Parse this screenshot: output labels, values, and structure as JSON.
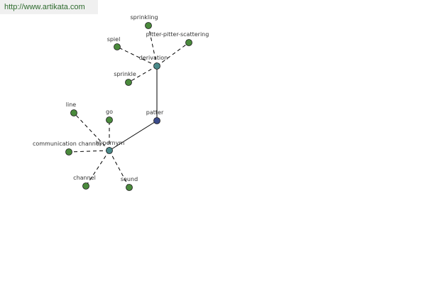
{
  "site": {
    "url_text": "http://www.artikata.com"
  },
  "colors": {
    "leaf": "#4a8a3c",
    "hub": "#4a8a8a",
    "center": "#3a4a8a",
    "edge": "#000000"
  },
  "graph": {
    "center": "patter",
    "nodes": {
      "patter": {
        "label": "patter",
        "kind": "center"
      },
      "derivation": {
        "label": "derivation",
        "kind": "hub"
      },
      "hypernym": {
        "label": "hypernym",
        "kind": "hub"
      },
      "sprinkling": {
        "label": "sprinkling",
        "kind": "leaf"
      },
      "pitter": {
        "label": "pitter-pitter-scattering",
        "kind": "leaf"
      },
      "spiel": {
        "label": "spiel",
        "kind": "leaf"
      },
      "sprinkle": {
        "label": "sprinkle",
        "kind": "leaf"
      },
      "line": {
        "label": "line",
        "kind": "leaf"
      },
      "go": {
        "label": "go",
        "kind": "leaf"
      },
      "comm": {
        "label": "communication channel",
        "kind": "leaf"
      },
      "channel": {
        "label": "channel",
        "kind": "leaf"
      },
      "sound": {
        "label": "sound",
        "kind": "leaf"
      }
    },
    "edges": [
      {
        "from": "patter",
        "to": "derivation",
        "style": "solid"
      },
      {
        "from": "patter",
        "to": "hypernym",
        "style": "solid"
      },
      {
        "from": "derivation",
        "to": "sprinkling",
        "style": "dashed"
      },
      {
        "from": "derivation",
        "to": "pitter",
        "style": "dashed"
      },
      {
        "from": "derivation",
        "to": "spiel",
        "style": "dashed"
      },
      {
        "from": "derivation",
        "to": "sprinkle",
        "style": "dashed"
      },
      {
        "from": "hypernym",
        "to": "line",
        "style": "dashed"
      },
      {
        "from": "hypernym",
        "to": "go",
        "style": "dashed"
      },
      {
        "from": "hypernym",
        "to": "comm",
        "style": "dashed"
      },
      {
        "from": "hypernym",
        "to": "channel",
        "style": "dashed"
      },
      {
        "from": "hypernym",
        "to": "sound",
        "style": "dashed"
      }
    ]
  }
}
